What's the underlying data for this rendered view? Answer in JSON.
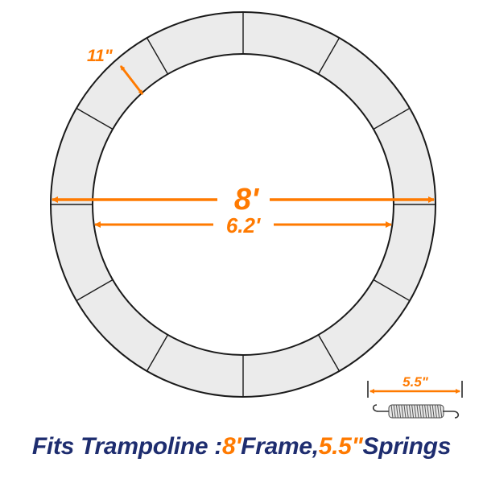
{
  "labels": {
    "pad_width": "11\"",
    "outer_diameter": "8'",
    "inner_diameter": "6.2'",
    "spring_length": "5.5\""
  },
  "caption": {
    "prefix": "Fits Trampoline : ",
    "frame_value": "8'",
    "frame_text": " Frame, ",
    "spring_value": "5.5\"",
    "spring_text": " Springs"
  },
  "colors": {
    "accent": "#ff7a00",
    "caption_text": "#1e2d6f",
    "pad_fill": "#ebebeb",
    "outline": "#1a1a1a"
  },
  "pad": {
    "segment_count": 12
  }
}
